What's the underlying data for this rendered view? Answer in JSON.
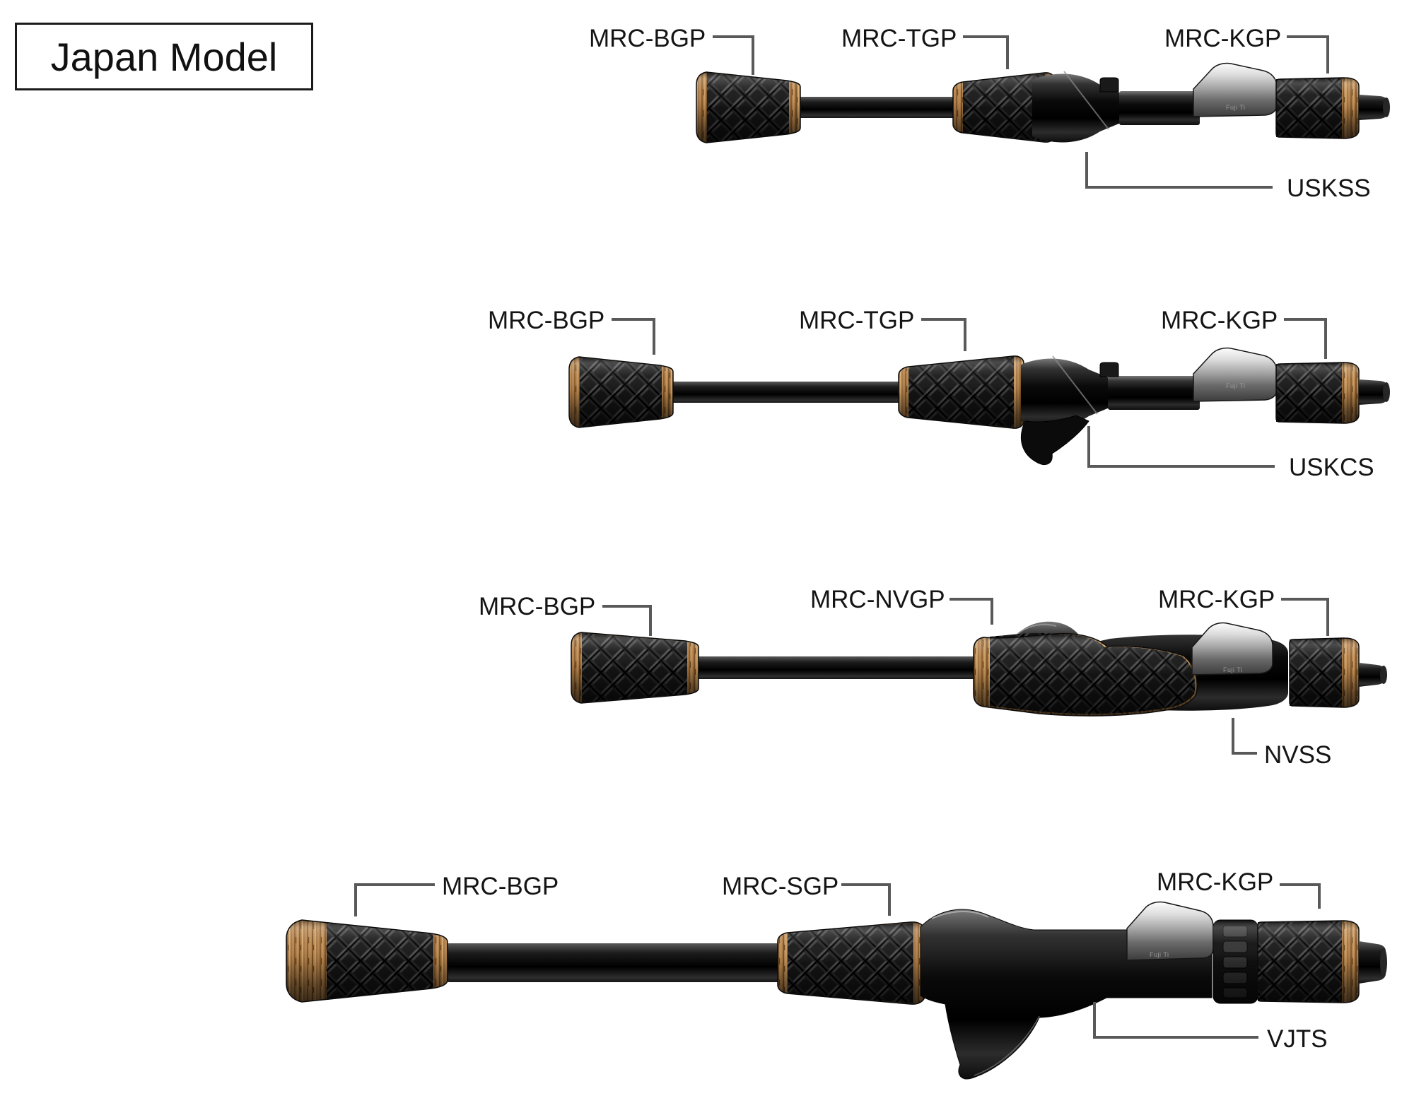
{
  "title": "Japan Model",
  "seat_mark": "Fuji Ti",
  "colors": {
    "background": "#ffffff",
    "label_text": "#141414",
    "leader_line": "#595959",
    "cork_trim": "#b5834b",
    "carbon_weave_dark": "#141414",
    "carbon_weave_light": "#3e3e3e",
    "metal_hood": "#c9c9c9",
    "seat_gloss": "#0d0d0d"
  },
  "rods": [
    {
      "model_label": "USKSS",
      "type": "spinning",
      "parts": [
        {
          "label": "MRC-BGP"
        },
        {
          "label": "MRC-TGP"
        },
        {
          "label": "MRC-KGP"
        }
      ]
    },
    {
      "model_label": "USKCS",
      "type": "casting",
      "parts": [
        {
          "label": "MRC-BGP"
        },
        {
          "label": "MRC-TGP"
        },
        {
          "label": "MRC-KGP"
        }
      ]
    },
    {
      "model_label": "NVSS",
      "type": "spinning",
      "parts": [
        {
          "label": "MRC-BGP"
        },
        {
          "label": "MRC-NVGP"
        },
        {
          "label": "MRC-KGP"
        }
      ]
    },
    {
      "model_label": "VJTS",
      "type": "casting",
      "parts": [
        {
          "label": "MRC-BGP"
        },
        {
          "label": "MRC-SGP"
        },
        {
          "label": "MRC-KGP"
        }
      ]
    }
  ]
}
